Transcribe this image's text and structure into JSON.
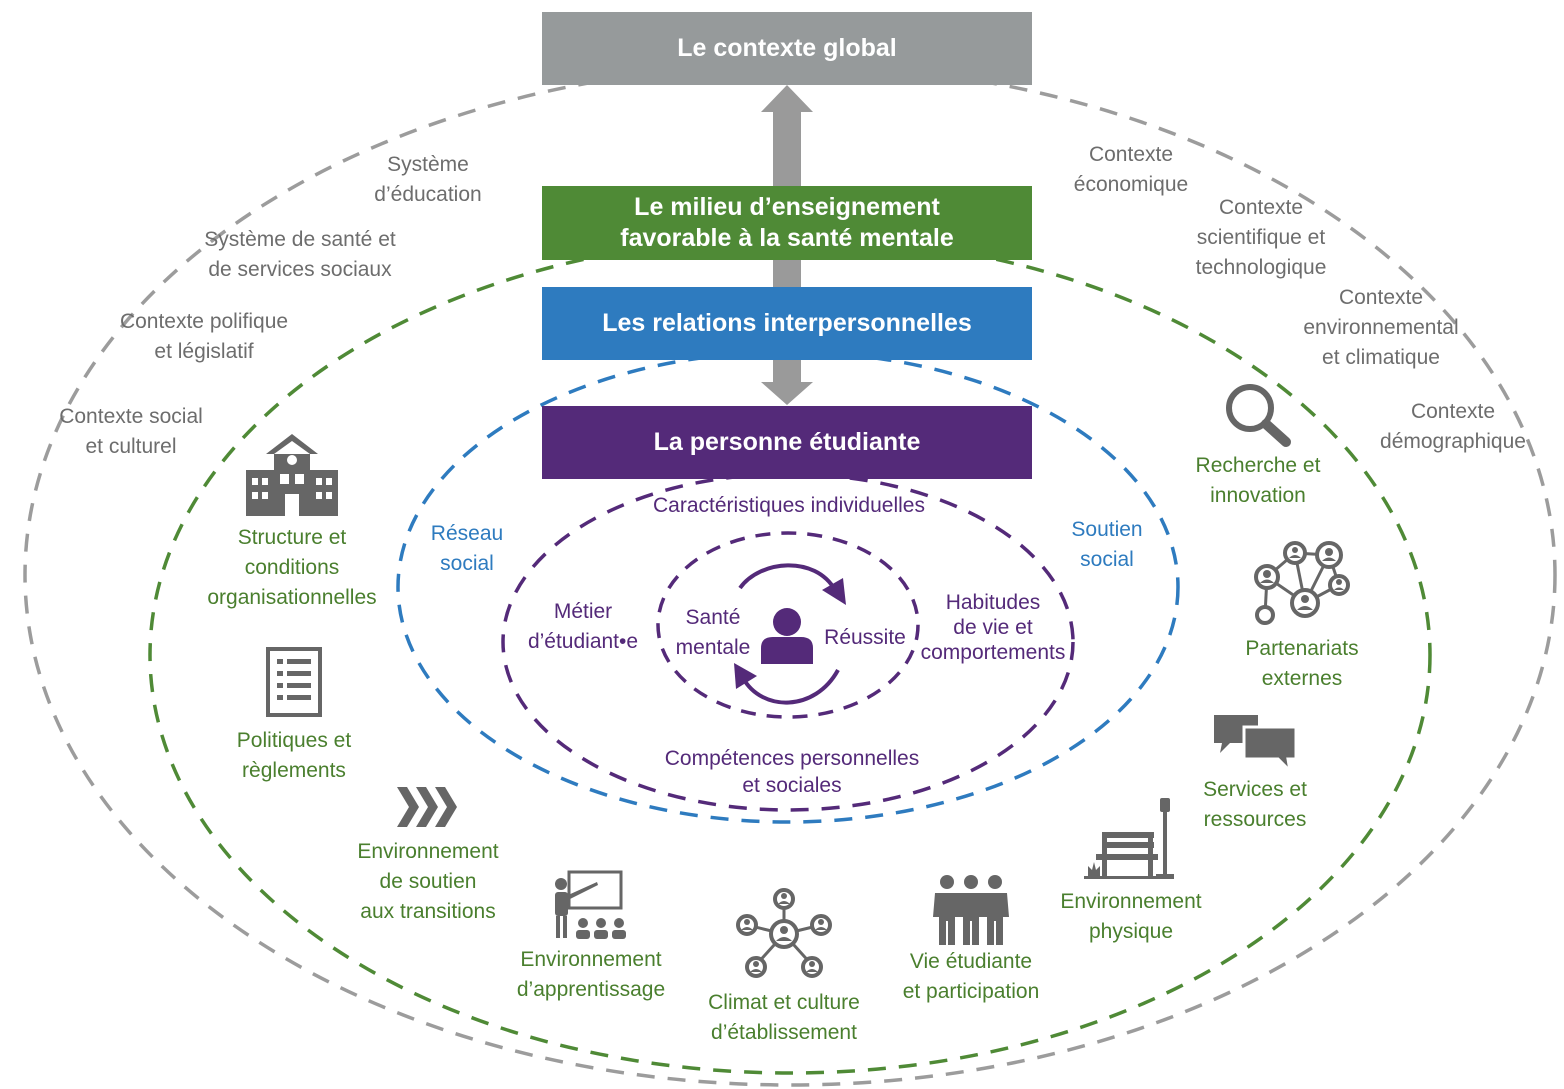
{
  "colors": {
    "global": "#969a9b",
    "milieu": "#4f8a36",
    "relations": "#2e7bbf",
    "personne": "#542a79",
    "icon": "#666666",
    "arrow": "#9a9a9a"
  },
  "bands": {
    "global": "Le contexte global",
    "milieu": [
      "Le milieu d’enseignement",
      "favorable à la santé mentale"
    ],
    "relations": "Les relations interpersonnelles",
    "personne": "La personne étudiante"
  },
  "global_contexts": {
    "education": [
      "Système",
      "d’éducation"
    ],
    "sante": [
      "Système de santé et",
      "de services sociaux"
    ],
    "politique": [
      "Contexte polifique",
      "et législatif"
    ],
    "social": [
      "Contexte social",
      "et culturel"
    ],
    "economique": [
      "Contexte",
      "économique"
    ],
    "scientifique": [
      "Contexte",
      "scientifique et",
      "technologique"
    ],
    "environnemental": [
      "Contexte",
      "environnemental",
      "et climatique"
    ],
    "demographique": [
      "Contexte",
      "démographique"
    ]
  },
  "milieu_items": {
    "structure": [
      "Structure et",
      "conditions",
      "organisationnelles"
    ],
    "politiques": [
      "Politiques et",
      "règlements"
    ],
    "transitions": [
      "Environnement",
      "de soutien",
      "aux transitions"
    ],
    "apprentissage": [
      "Environnement",
      "d’apprentissage"
    ],
    "climat": [
      "Climat et culture",
      "d’établissement"
    ],
    "vie": [
      "Vie étudiante",
      "et participation"
    ],
    "physique": [
      "Environnement",
      "physique"
    ],
    "services": [
      "Services et",
      "ressources"
    ],
    "partenariats": [
      "Partenariats",
      "externes"
    ],
    "recherche": [
      "Recherche et",
      "innovation"
    ]
  },
  "relations_items": {
    "reseau": [
      "Réseau",
      "social"
    ],
    "soutien": [
      "Soutien",
      "social"
    ]
  },
  "personne_items": {
    "caracteristiques": "Caractéristiques individuelles",
    "metier": [
      "Métier",
      "d’étudiant•e"
    ],
    "habitudes": [
      "Habitudes",
      "de vie et",
      "comportements"
    ],
    "competences": [
      "Compétences personnelles",
      "et sociales"
    ],
    "sante": [
      "Santé",
      "mentale"
    ],
    "reussite": "Réussite"
  },
  "icons": {
    "structure": "school-building-icon",
    "politiques": "document-list-icon",
    "transitions": "chevrons-right-icon",
    "apprentissage": "teacher-classroom-icon",
    "climat": "people-network-icon",
    "vie": "group-of-people-icon",
    "physique": "park-bench-icon",
    "services": "chat-bubbles-icon",
    "partenariats": "network-connections-icon",
    "recherche": "magnifying-glass-icon",
    "student": "person-icon"
  }
}
